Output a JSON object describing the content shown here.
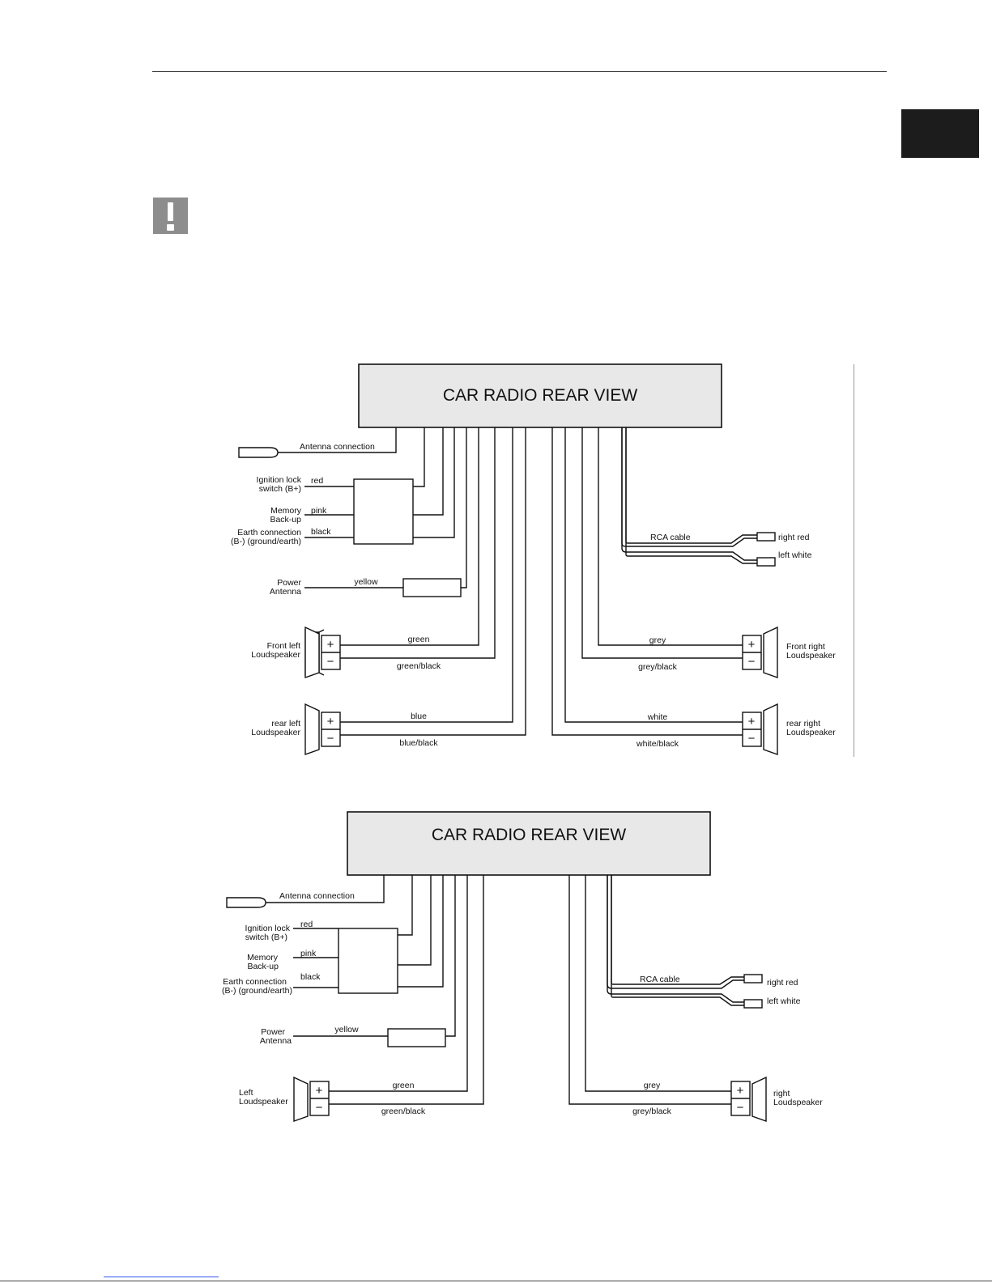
{
  "diagram_1": {
    "unit_title": "CAR RADIO REAR VIEW",
    "antenna_connection": "Antenna connection",
    "ignition_lock": "Ignition lock",
    "switch_b_plus": "switch (B+)",
    "memory": "Memory",
    "back_up": "Back-up",
    "earth_connection": "Earth connection",
    "ground_earth": "(B-) (ground/earth)",
    "wire_red": "red",
    "wire_pink": "pink",
    "wire_black": "black",
    "power": "Power",
    "antenna": "Antenna",
    "wire_yellow": "yellow",
    "front_left": "Front left",
    "front_left_ls": "Loudspeaker",
    "wire_green": "green",
    "wire_green_black": "green/black",
    "rear_left": "rear left",
    "rear_left_ls": "Loudspeaker",
    "wire_blue": "blue",
    "wire_blue_black": "blue/black",
    "rca_cable": "RCA cable",
    "right_red": "right red",
    "left_white": "left white",
    "front_right": "Front right",
    "front_right_ls": "Loudspeaker",
    "wire_grey": "grey",
    "wire_grey_black": "grey/black",
    "rear_right": "rear right",
    "rear_right_ls": "Loudspeaker",
    "wire_white": "white",
    "wire_white_black": "white/black",
    "plus": "+",
    "minus": "−"
  },
  "diagram_2": {
    "unit_title": "CAR RADIO REAR VIEW",
    "antenna_connection": "Antenna connection",
    "ignition_lock": "Ignition lock",
    "switch_b_plus": "switch (B+)",
    "memory": "Memory",
    "back_up": "Back-up",
    "earth_connection": "Earth connection",
    "ground_earth": "(B-) (ground/earth)",
    "wire_red": "red",
    "wire_pink": "pink",
    "wire_black": "black",
    "power": "Power",
    "antenna": "Antenna",
    "wire_yellow": "yellow",
    "left": "Left",
    "left_ls": "Loudspeaker",
    "wire_green": "green",
    "wire_green_black": "green/black",
    "rca_cable": "RCA cable",
    "right_red": "right red",
    "left_white": "left white",
    "right": "right",
    "right_ls": "Loudspeaker",
    "wire_grey": "grey",
    "wire_grey_black": "grey/black",
    "plus": "+",
    "minus": "−"
  }
}
